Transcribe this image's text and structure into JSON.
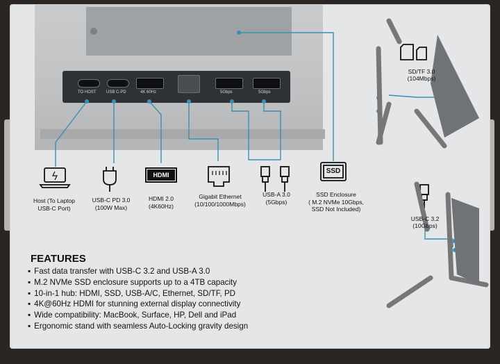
{
  "ports": {
    "to_host": "TO HOST",
    "usbc_pd": "USB C-PD",
    "hdmi": "4K 60Hz",
    "usba1": "5Gbps",
    "usba2": "5Gbps"
  },
  "callouts": [
    {
      "name": "host",
      "lines": [
        "Host (To Laptop",
        "USB-C Port)"
      ],
      "icon": "laptop-icon"
    },
    {
      "name": "usb-c-pd",
      "lines": [
        "USB-C PD 3.0",
        "(100W Max)"
      ],
      "icon": "power-plug-icon"
    },
    {
      "name": "hdmi",
      "lines": [
        "HDMI 2.0",
        "(4K60Hz)"
      ],
      "icon": "hdmi-icon",
      "icon_text": "HDMI"
    },
    {
      "name": "ethernet",
      "lines": [
        "Gigabit Ethernet",
        "(10/100/1000Mbps)"
      ],
      "icon": "ethernet-icon"
    },
    {
      "name": "usb-a",
      "lines": [
        "USB-A 3.0",
        "(5Gbps)"
      ],
      "icon": "usb-a-icon"
    },
    {
      "name": "ssd",
      "lines": [
        "SSD Enclosure",
        "( M.2 NVMe 10Gbps,",
        "SSD Not Included)"
      ],
      "icon": "ssd-icon",
      "icon_text": "SSD"
    }
  ],
  "side": {
    "sd": [
      "SD/TF 3.0",
      "(104Mbps)"
    ],
    "usbc": [
      "USB-C 3.2",
      "(10Gbps)"
    ]
  },
  "features": {
    "heading": "FEATURES",
    "items": [
      "Fast data transfer with USB-C 3.2 and USB-A 3.0",
      "M.2 NVMe SSD enclosure supports up to a 4TB capacity",
      "10-in-1 hub: HDMI, SSD, USB-A/C, Ethernet, SD/TF, PD",
      "4K@60Hz HDMI for stunning external display connectivity",
      "Wide compatibility: MacBook, Surface, HP, Dell and iPad",
      "Ergonomic stand with seamless Auto-Locking gravity design"
    ]
  },
  "colors": {
    "box": "#e4e6e8",
    "accent_line": "#3b8fb0",
    "ink": "#111111"
  }
}
